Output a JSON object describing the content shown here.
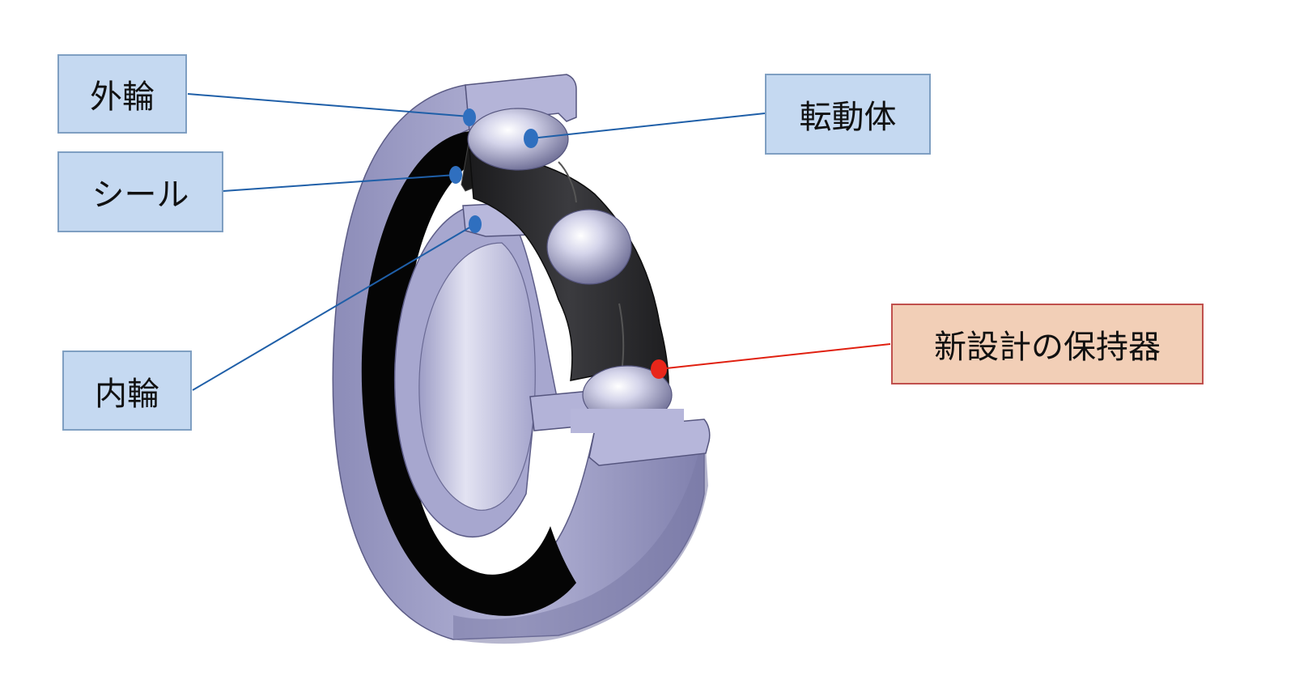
{
  "labels": {
    "outer_ring": "外輪",
    "seal": "シール",
    "inner_ring": "内輪",
    "rolling_element": "転動体",
    "cage": "新設計の保持器"
  },
  "colors": {
    "label_fill_blue": "#c5d9f1",
    "label_border_blue": "#7f9fc2",
    "label_fill_orange": "#f2cfb7",
    "label_border_red": "#c0504d",
    "leader_blue": "#1f5fa8",
    "leader_red": "#e02010",
    "dot_blue": "#2f6fbf",
    "dot_red": "#e8261a",
    "steel": "#9898c2",
    "seal_rubber": "#050505",
    "cage_body": "#2a2a2c"
  }
}
